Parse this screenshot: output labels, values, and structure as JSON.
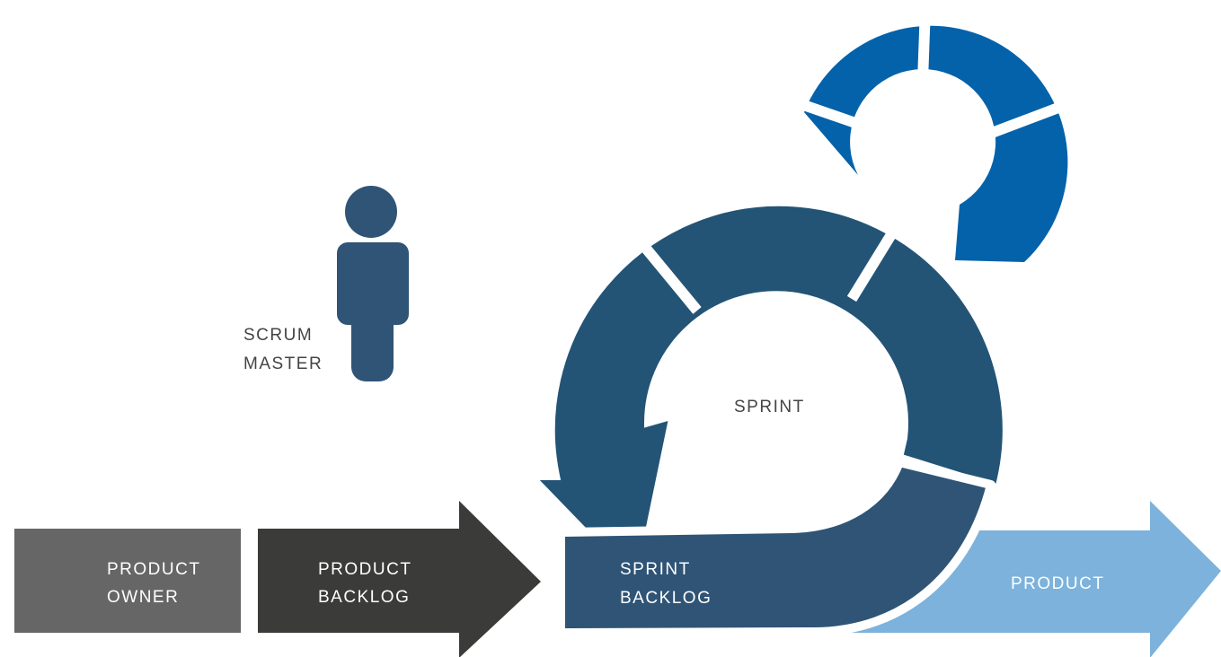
{
  "diagram": {
    "scrum_master": {
      "line1": "SCRUM",
      "line2": "MASTER"
    },
    "sprint": {
      "label": "SPRINT"
    },
    "product_owner": {
      "line1": "PRODUCT",
      "line2": "OWNER"
    },
    "product_backlog": {
      "line1": "PRODUCT",
      "line2": "BACKLOG"
    },
    "sprint_backlog": {
      "line1": "SPRINT",
      "line2": "BACKLOG"
    },
    "product": {
      "label": "PRODUCT"
    }
  },
  "colors": {
    "daily_cycle": "#0462AA",
    "sprint_cycle": "#235476",
    "sprint_backlog": "#2F5476",
    "person": "#2F5476",
    "product_owner": "#666666",
    "product_backlog": "#3B3B39",
    "product": "#7CB2DB",
    "label_dark_text": "#444444",
    "label_light_text": "#ffffff"
  }
}
